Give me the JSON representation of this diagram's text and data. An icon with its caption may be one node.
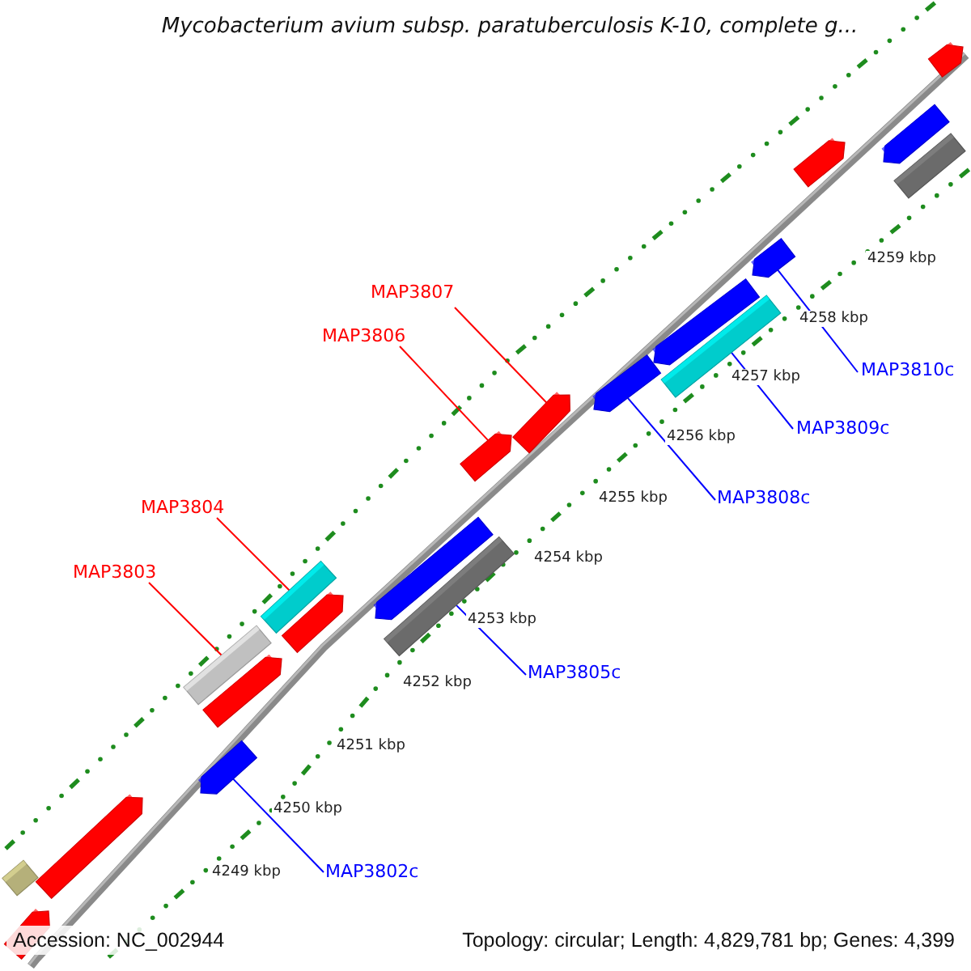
{
  "diagram": {
    "title": "Mycobacterium avium subsp. paratuberculosis K-10, complete g...",
    "nodes": [
      {
        "text": [
          "MAP3807"
        ]
      },
      {
        "text": [
          "MAP3806"
        ]
      },
      {
        "text": [
          "MAP3810c"
        ]
      },
      {
        "text": [
          "MAP3809c"
        ]
      },
      {
        "text": [
          "MAP3808c"
        ]
      },
      {
        "text": [
          "MAP3804"
        ]
      },
      {
        "text": [
          "MAP3803"
        ]
      },
      {
        "text": [
          "MAP3805c"
        ]
      },
      {
        "text": [
          "MAP3802c"
        ]
      },
      {
        "text": [],
        "shape": "pentagon"
      },
      {
        "text": [],
        "shape": "pentagon"
      },
      {
        "text": [],
        "shape": "pentagon"
      },
      {
        "text": [],
        "shape": "bar"
      },
      {
        "text": [],
        "shape": "pentagon"
      },
      {
        "text": [],
        "shape": "pentagon"
      },
      {
        "text": [],
        "shape": "bar"
      },
      {
        "text": [],
        "shape": "pentagon"
      },
      {
        "text": [],
        "shape": "pentagon"
      },
      {
        "text": [],
        "shape": "pentagon"
      },
      {
        "text": [],
        "shape": "pentagon"
      },
      {
        "text": [],
        "shape": "bar"
      },
      {
        "text": [],
        "shape": "bar"
      },
      {
        "text": [],
        "shape": "pentagon"
      },
      {
        "text": [],
        "shape": "bar"
      },
      {
        "text": [],
        "shape": "pentagon"
      },
      {
        "text": [],
        "shape": "pentagon"
      },
      {
        "text": [],
        "shape": "pentagon"
      },
      {
        "text": [],
        "shape": "bar"
      },
      {
        "text": [],
        "shape": "pentagon"
      }
    ],
    "edges": [
      {
        "from": 0,
        "to": 17,
        "arrow": "none",
        "color": "#ff0000"
      },
      {
        "from": 1,
        "to": 18,
        "arrow": "none",
        "color": "#ff0000"
      },
      {
        "from": 2,
        "to": 13,
        "arrow": "none"
      },
      {
        "from": 3,
        "to": 15,
        "arrow": "none"
      },
      {
        "from": 4,
        "to": 16,
        "arrow": "none"
      },
      {
        "from": 5,
        "to": 21,
        "arrow": "none",
        "color": "#ff0000"
      },
      {
        "from": 6,
        "to": 23,
        "arrow": "none",
        "color": "#ff0000"
      },
      {
        "from": 7,
        "to": 20,
        "arrow": "none"
      },
      {
        "from": 8,
        "to": 25,
        "arrow": "none"
      }
    ],
    "labels": [
      "4259 kbp",
      "4258 kbp",
      "4257 kbp",
      "4256 kbp",
      "4255 kbp",
      "4254 kbp",
      "4253 kbp",
      "4252 kbp",
      "4251 kbp",
      "4250 kbp",
      "4249 kbp",
      "Accession: NC_002944",
      "Topology: circular; Length: 4,829,781 bp; Genes: 4,399"
    ]
  }
}
